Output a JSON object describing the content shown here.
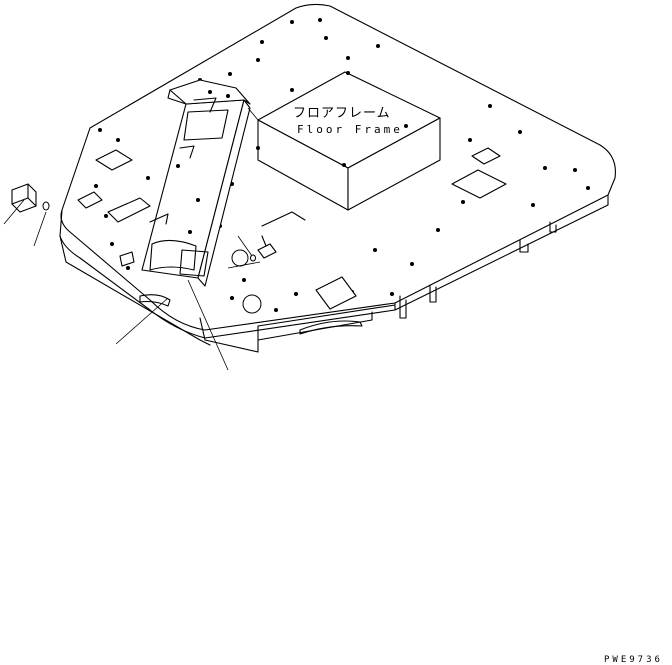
{
  "drawing": {
    "label_jp": "フロアフレーム",
    "label_en": "Floor Frame",
    "code": "PWE9736"
  }
}
